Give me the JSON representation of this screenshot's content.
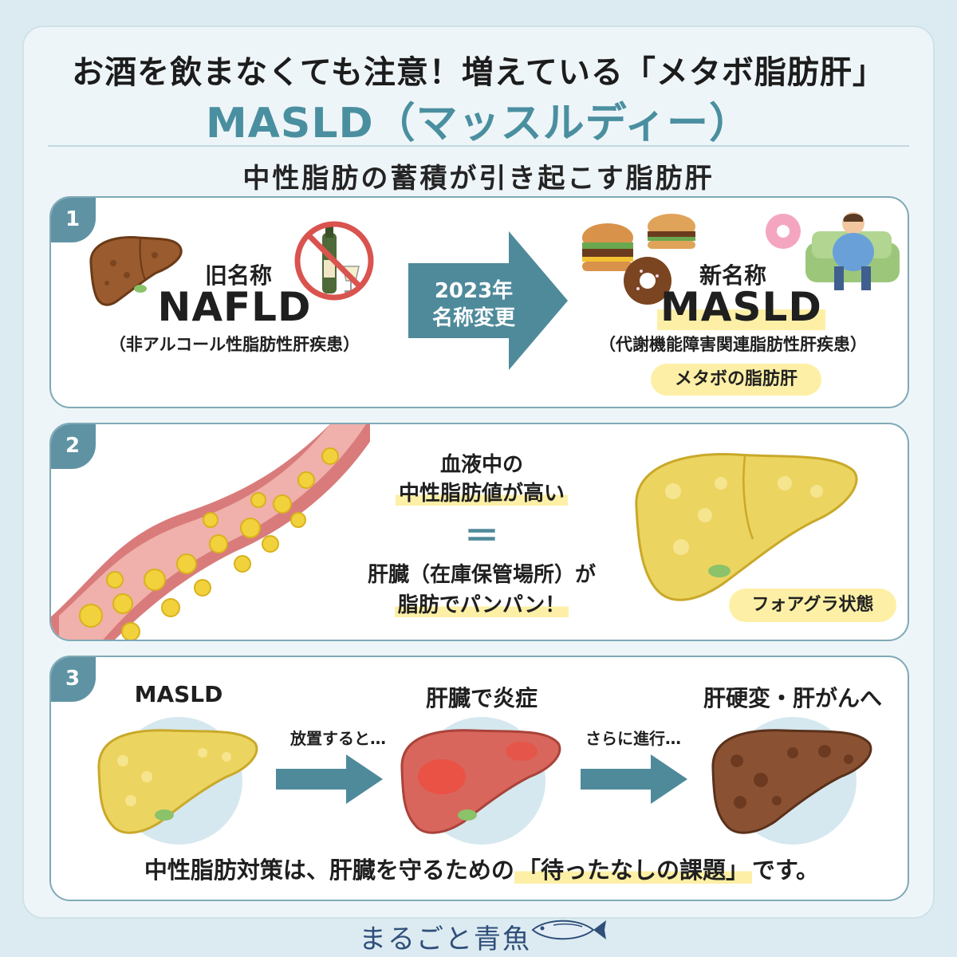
{
  "header": {
    "title": "お酒を飲まなくても注意！増えている「メタボ脂肪肝」",
    "acronym": "MASLD（マッスルディー）",
    "subtitle": "中性脂肪の蓄積が引き起こす脂肪肝"
  },
  "panel1": {
    "number": "1",
    "old_label": "旧名称",
    "old_name": "NAFLD",
    "old_full": "（非アルコール性脂肪性肝疾患）",
    "arrow_line1": "2023年",
    "arrow_line2": "名称変更",
    "new_label": "新名称",
    "new_name": "MASLD",
    "new_full": "（代謝機能障害関連脂肪性肝疾患）",
    "new_tag": "メタボの脂肪肝"
  },
  "panel2": {
    "number": "2",
    "line1": "血液中の",
    "line2": "中性脂肪値が高い",
    "equals": "＝",
    "line3": "肝臓（在庫保管場所）が",
    "line4": "脂肪でパンパン！",
    "callout": "フォアグラ状態"
  },
  "panel3": {
    "number": "3",
    "stage1_label": "MASLD",
    "stage2_label": "肝臓で炎症",
    "stage3_label": "肝硬変・肝がんへ",
    "arrow1_label": "放置すると…",
    "arrow2_label": "さらに進行…",
    "conclusion_pre": "中性脂肪対策は、肝臓を守るための",
    "conclusion_hl": "「待ったなしの課題」",
    "conclusion_post": "です。"
  },
  "footer": {
    "logo": "まるごと青魚"
  },
  "colors": {
    "accent": "#5f93a3",
    "title_blue": "#4a8fa0",
    "highlight": "#fdf0a6",
    "panel_border": "#7fa9b6"
  }
}
